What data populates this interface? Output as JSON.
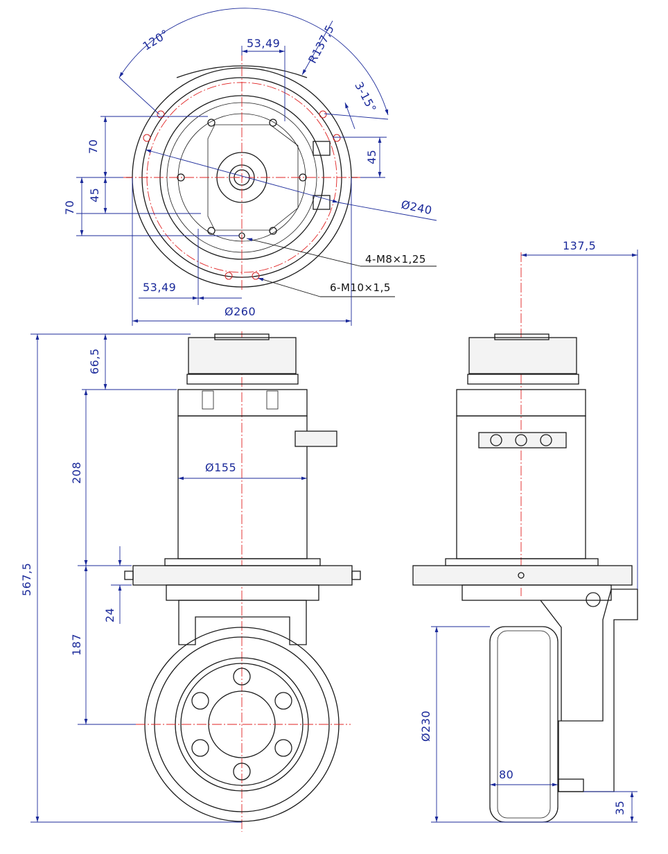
{
  "top_view": {
    "angle_120": "120°",
    "width_top": "53,49",
    "radius": "R137,5",
    "angle_3x15": "3-15°",
    "h_70_upper": "70",
    "h_45_right": "45",
    "h_45_left": "45",
    "h_70_lower": "70",
    "dia_240": "Ø240",
    "thread_m8": "4-M8×1,25",
    "thread_m10": "6-M10×1,5",
    "width_bottom": "53,49",
    "dia_260": "Ø260"
  },
  "front_view": {
    "h_66_5": "66,5",
    "h_208": "208",
    "dia_155": "Ø155",
    "h_567_5": "567,5",
    "h_24": "24",
    "h_187": "187"
  },
  "side_view": {
    "offset_137_5": "137,5",
    "dia_230": "Ø230",
    "width_80": "80",
    "h_35": "35"
  }
}
